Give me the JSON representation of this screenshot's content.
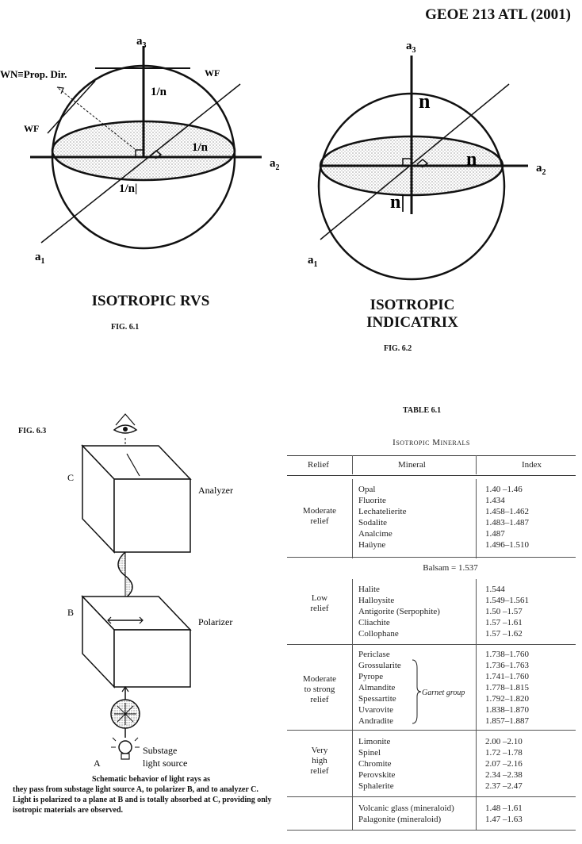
{
  "header": {
    "title": "GEOE 213 ATL (2001)"
  },
  "fig61": {
    "labels": {
      "a3": "a",
      "a3_sub": "3",
      "a2": "a",
      "a2_sub": "2",
      "a1": "a",
      "a1_sub": "1",
      "wn": "WN≡Prop. Dir.",
      "wf_right": "WF",
      "wf_left": "WF",
      "n_vert": "1/n",
      "n_right": "1/n",
      "n_front": "1/n|"
    },
    "title": "ISOTROPIC RVS",
    "fig_label": "FIG. 6.1"
  },
  "fig62": {
    "labels": {
      "a3": "a",
      "a3_sub": "3",
      "a2": "a",
      "a2_sub": "2",
      "a1": "a",
      "a1_sub": "1",
      "n_vert": "n",
      "n_right": "n",
      "n_front": "n|"
    },
    "title_line1": "ISOTROPIC",
    "title_line2": "INDICATRIX",
    "fig_label": "FIG. 6.2"
  },
  "fig63": {
    "fig_label": "FIG. 6.3",
    "labels": {
      "c": "C",
      "b": "B",
      "a": "A",
      "analyzer": "Analyzer",
      "polarizer": "Polarizer",
      "substage1": "Substage",
      "substage2": "light source"
    },
    "caption_line1": "Schematic behavior of light rays as",
    "caption_rest": "they pass from substage light source A, to polarizer B, and to analyzer C. Light is polarized to a plane at B and is totally absorbed at C, providing only isotropic materials are observed."
  },
  "table61": {
    "label": "TABLE 6.1",
    "caption": "Isotropic Minerals",
    "headers": {
      "relief": "Relief",
      "mineral": "Mineral",
      "index": "Index"
    },
    "groups": [
      {
        "relief_lines": [
          "Moderate",
          "relief"
        ],
        "minerals": [
          "Opal",
          "Fluorite",
          "Lechatelierite",
          "Sodalite",
          "Analcime",
          "Haüyne"
        ],
        "indices": [
          "1.40 –1.46",
          "1.434",
          "1.458–1.462",
          "1.483–1.487",
          "1.487",
          "1.496–1.510"
        ]
      },
      {
        "relief_lines": [
          "Low",
          "relief"
        ],
        "minerals": [
          "Halite",
          "Halloysite",
          "Antigorite (Serpophite)",
          "Cliachite",
          "Collophane"
        ],
        "indices": [
          "1.544",
          "1.549–1.561",
          "1.50 –1.57",
          "1.57 –1.61",
          "1.57 –1.62"
        ]
      },
      {
        "relief_lines": [
          "Moderate",
          "to strong",
          "relief"
        ],
        "minerals": [
          "Periclase",
          "Grossularite",
          "Pyrope",
          "Almandite",
          "Spessartite",
          "Uvarovite",
          "Andradite"
        ],
        "indices": [
          "1.738–1.760",
          "1.736–1.763",
          "1.741–1.760",
          "1.778–1.815",
          "1.792–1.820",
          "1.838–1.870",
          "1.857–1.887"
        ]
      },
      {
        "relief_lines": [
          "Very",
          "high",
          "relief"
        ],
        "minerals": [
          "Limonite",
          "Spinel",
          "Chromite",
          "Perovskite",
          "Sphalerite"
        ],
        "indices": [
          "2.00 –2.10",
          "1.72 –1.78",
          "2.07 –2.16",
          "2.34 –2.38",
          "2.37 –2.47"
        ]
      },
      {
        "relief_lines": [],
        "minerals": [
          "Volcanic glass (mineraloid)",
          "Palagonite (mineraloid)"
        ],
        "indices": [
          "1.48 –1.61",
          "1.47 –1.63"
        ]
      }
    ],
    "balsam": "Balsam = 1.537",
    "garnet_group": "Garnet group"
  }
}
